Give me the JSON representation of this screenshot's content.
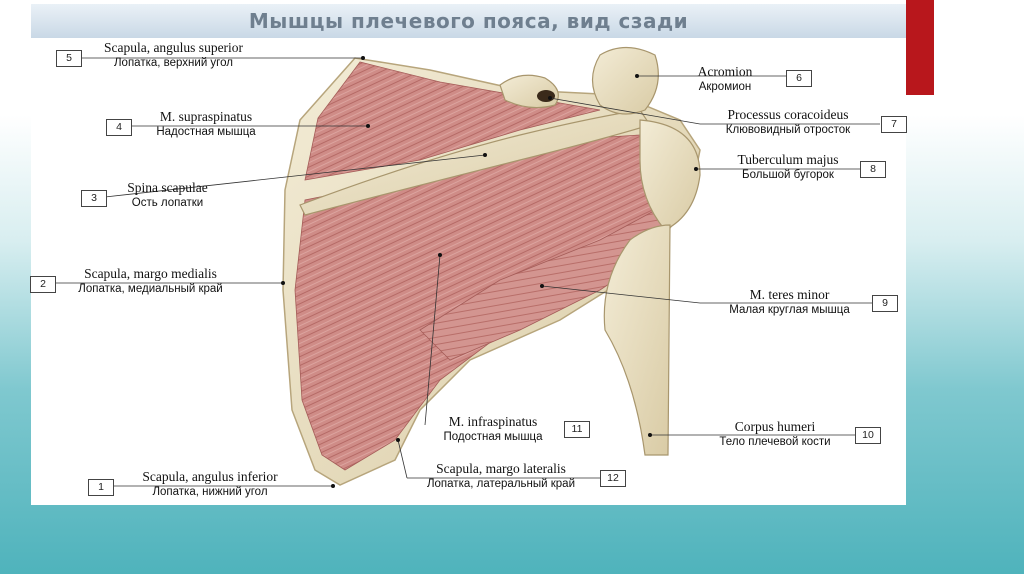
{
  "title": "Мышцы плечевого пояса, вид сзади",
  "labels": [
    {
      "num": "5",
      "latin": "Scapula, angulus superior",
      "russian": "Лопатка, верхний угол"
    },
    {
      "num": "4",
      "latin": "M. supraspinatus",
      "russian": "Надостная мышца"
    },
    {
      "num": "3",
      "latin": "Spina scapulae",
      "russian": "Ость лопатки"
    },
    {
      "num": "2",
      "latin": "Scapula, margo medialis",
      "russian": "Лопатка, медиальный край"
    },
    {
      "num": "1",
      "latin": "Scapula, angulus inferior",
      "russian": "Лопатка, нижний угол"
    },
    {
      "num": "6",
      "latin": "Acromion",
      "russian": "Акромион"
    },
    {
      "num": "7",
      "latin": "Processus coracoideus",
      "russian": "Клювовидный отросток"
    },
    {
      "num": "8",
      "latin": "Tuberculum majus",
      "russian": "Большой бугорок"
    },
    {
      "num": "9",
      "latin": "M. teres minor",
      "russian": "Малая круглая мышца"
    },
    {
      "num": "10",
      "latin": "Corpus humeri",
      "russian": "Тело плечевой кости"
    },
    {
      "num": "11",
      "latin": "M. infraspinatus",
      "russian": "Подостная мышца"
    },
    {
      "num": "12",
      "latin": "Scapula, margo lateralis",
      "russian": "Лопатка, латеральный край"
    }
  ],
  "colors": {
    "accent_red": "#b8171c",
    "muscle": "#c98480",
    "bone": "#e9dfc4",
    "teal": "#4fb3bc"
  }
}
